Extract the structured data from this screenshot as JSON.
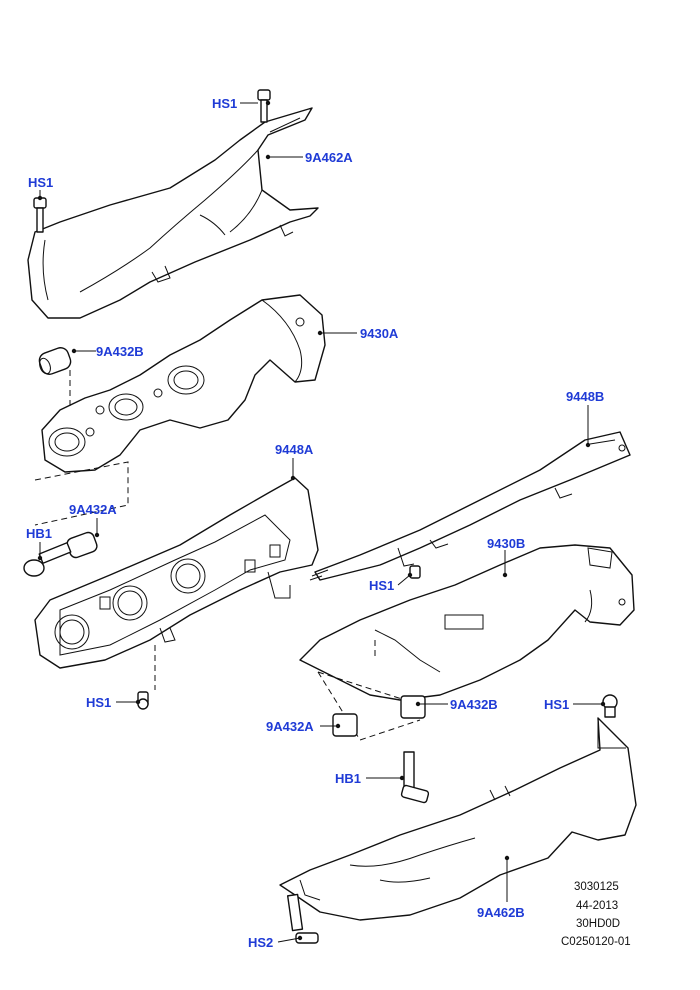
{
  "callouts": {
    "hs1_top": "HS1",
    "heatshield_upper": "9A462A",
    "hs1_left": "HS1",
    "manifold_left": "9430A",
    "gasket_left_upper": "9A432B",
    "gasket_plate_left": "9448A",
    "gasket_plate_right": "9448B",
    "gasket_left_lower": "9A432A",
    "hb1_left": "HB1",
    "hs1_center": "HS1",
    "manifold_right": "9430B",
    "hs1_lower_left": "HS1",
    "gasket_right_upper": "9A432B",
    "hs1_right": "HS1",
    "gasket_right_lower": "9A432A",
    "hb1_right": "HB1",
    "heatshield_lower": "9A462B",
    "hs2": "HS2"
  },
  "reference": {
    "line1": "3030125",
    "line2": "44-2013",
    "line3": "30HD0D",
    "line4": "C0250120-01"
  },
  "colors": {
    "callout": "#1f3bd6",
    "linework": "#111111"
  }
}
